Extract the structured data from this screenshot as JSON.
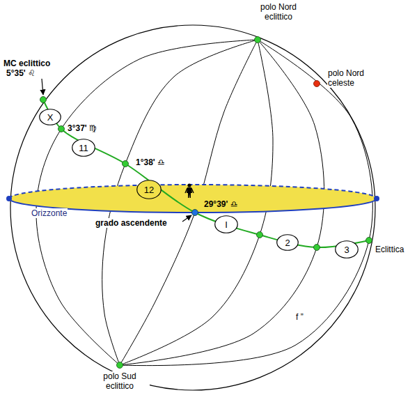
{
  "diagram": {
    "nodes": [
      {
        "text": [
          "X"
        ]
      },
      {
        "text": [
          "11"
        ]
      },
      {
        "text": [
          "12"
        ]
      },
      {
        "text": [
          "I"
        ]
      },
      {
        "text": [
          "2"
        ]
      },
      {
        "text": [
          "3"
        ]
      }
    ],
    "labels": [
      "polo Nord eclittico",
      "polo Nord celeste",
      "MC eclittico",
      "5°35' ♌",
      "3°37' ♍",
      "1°38' ♎",
      "Orizzonte",
      "29°39' ♎",
      "grado ascendente",
      "Eclittica",
      "polo Sud eclittico",
      "f ”"
    ]
  }
}
